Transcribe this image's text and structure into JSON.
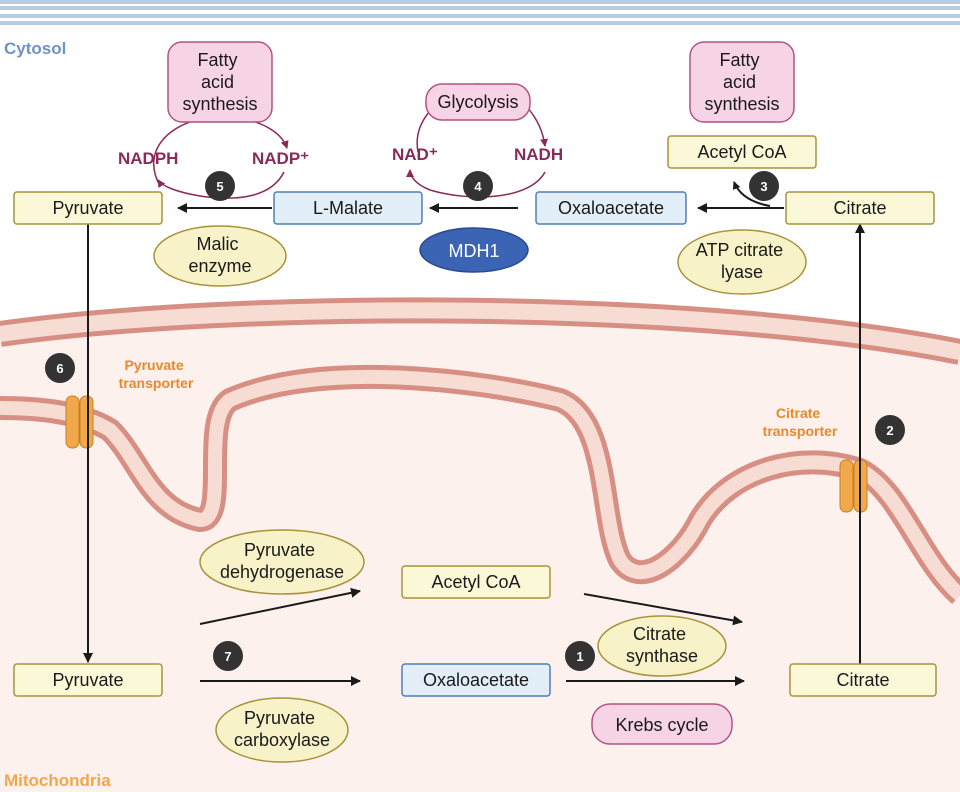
{
  "regions": {
    "cytosol": "Cytosol",
    "mitochondria": "Mitochondria"
  },
  "colors": {
    "cytosol_label": "#6f93c4",
    "mitochondria_label": "#f0a850",
    "metabolite_fill": "#fbf8d8",
    "metabolite_stroke": "#a8923a",
    "oaa_fill": "#e2eef8",
    "oaa_stroke": "#4f7fb5",
    "pathway_fill": "#f7d3e6",
    "pathway_stroke": "#b25484",
    "enzyme_fill": "#f8f2c8",
    "mdh1_fill": "#3b64b5",
    "membrane_outer": "#d88f83",
    "membrane_inner": "#f6dcd2",
    "transporter": "#f0a84a",
    "step_circle": "#333333",
    "cofactor": "#8a2a5a"
  },
  "cytosol": {
    "fatty_acid_left": "Fatty\nacid\nsynthesis",
    "fatty_acid_right": "Fatty\nacid\nsynthesis",
    "glycolysis": "Glycolysis",
    "nadph": "NADPH",
    "nadp": "NADP⁺",
    "nad": "NAD⁺",
    "nadh": "NADH",
    "pyruvate": "Pyruvate",
    "l_malate": "L-Malate",
    "oxaloacetate": "Oxaloacetate",
    "citrate": "Citrate",
    "acetyl_coa": "Acetyl CoA",
    "malic_enzyme": "Malic\nenzyme",
    "mdh1": "MDH1",
    "atp_citrate_lyase": "ATP citrate\nlyase"
  },
  "membrane": {
    "pyruvate_transporter": "Pyruvate\ntransporter",
    "citrate_transporter": "Citrate\ntransporter"
  },
  "mitochondria": {
    "pyruvate_dehydrogenase": "Pyruvate\ndehydrogenase",
    "acetyl_coa": "Acetyl CoA",
    "pyruvate": "Pyruvate",
    "oxaloacetate": "Oxaloacetate",
    "citrate": "Citrate",
    "citrate_synthase": "Citrate\nsynthase",
    "pyruvate_carboxylase": "Pyruvate\ncarboxylase",
    "krebs_cycle": "Krebs cycle"
  },
  "steps": [
    "1",
    "2",
    "3",
    "4",
    "5",
    "6",
    "7"
  ]
}
